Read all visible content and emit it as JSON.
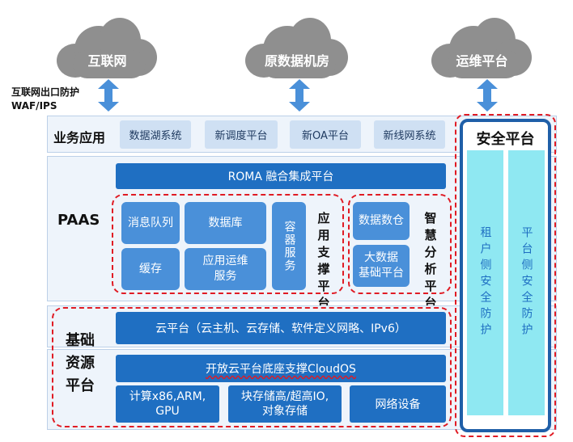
{
  "clouds": {
    "internet": "互联网",
    "origin_dc": "原数据机房",
    "ops_platform": "运维平台"
  },
  "waf_note": {
    "line1": "互联网出口防护",
    "line2": "WAF/IPS"
  },
  "business": {
    "label": "业务应用",
    "items": [
      "数据湖系统",
      "新调度平台",
      "新OA平台",
      "新线网系统"
    ]
  },
  "paas": {
    "label": "PAAS",
    "roma": "ROMA  融合集成平台",
    "app_support": {
      "msg_queue": "消息队列",
      "database": "数据库",
      "cache": "缓存",
      "app_ops": "应用运维\n服务",
      "container": "容器服务",
      "title": "应用支撑平台"
    },
    "analytics": {
      "data_warehouse": "数据数仓",
      "big_data": "大数据\n基础平台",
      "title": "智慧分析平台"
    }
  },
  "infra": {
    "label": "基础资源平台",
    "cloud": "云平台（云主机、云存储、软件定义网略、IPv6）",
    "cloudos": "开放云平台底座支撑CloudOS",
    "compute": "计算x86,ARM,\nGPU",
    "storage": "块存储高/超高IO,\n对象存储",
    "network": "网络设备"
  },
  "security": {
    "title": "安全平台",
    "tenant": "租户侧安全防护",
    "platform": "平台侧安全防护"
  },
  "colors": {
    "cloud": "#8f8f8f",
    "arrow": "#4a90d9",
    "dark_blue": "#1f6fc2",
    "mid_blue": "#4a90d9",
    "light_blue": "#cfe0f3",
    "cyan": "#8fe8f2",
    "dashed_red": "#e01b24",
    "security_border": "#1f5fa8"
  }
}
